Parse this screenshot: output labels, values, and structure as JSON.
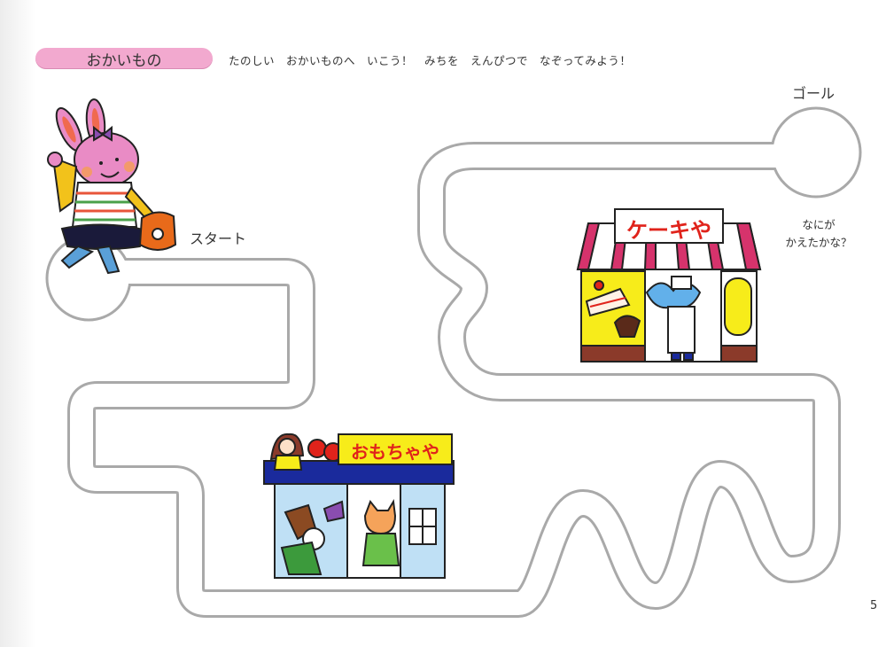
{
  "header": {
    "title": "おかいもの",
    "instruction": "たのしい　おかいものへ　いこう！　みちを　えんぴつで　なぞってみよう！",
    "accent_color": "#f2a9cf"
  },
  "maze": {
    "start_label": "スタート",
    "goal_label": "ゴール",
    "question_line1": "なにが",
    "question_line2": "かえたかな？",
    "path_color": "#a9a9a9"
  },
  "shops": {
    "cake_shop": {
      "sign": "ケーキや",
      "sign_color": "#e0231b",
      "awning_color": "#d6336c"
    },
    "toy_shop": {
      "sign": "おもちゃや",
      "sign_color": "#e0231b",
      "roof_color": "#1a2a9c"
    }
  },
  "characters": {
    "rabbit": "rabbit-girl-with-basket",
    "elephant": "elephant-baker",
    "cat": "cat-shopkeeper",
    "doll": "doll-on-roof"
  },
  "footer": {
    "page_number": "5"
  }
}
